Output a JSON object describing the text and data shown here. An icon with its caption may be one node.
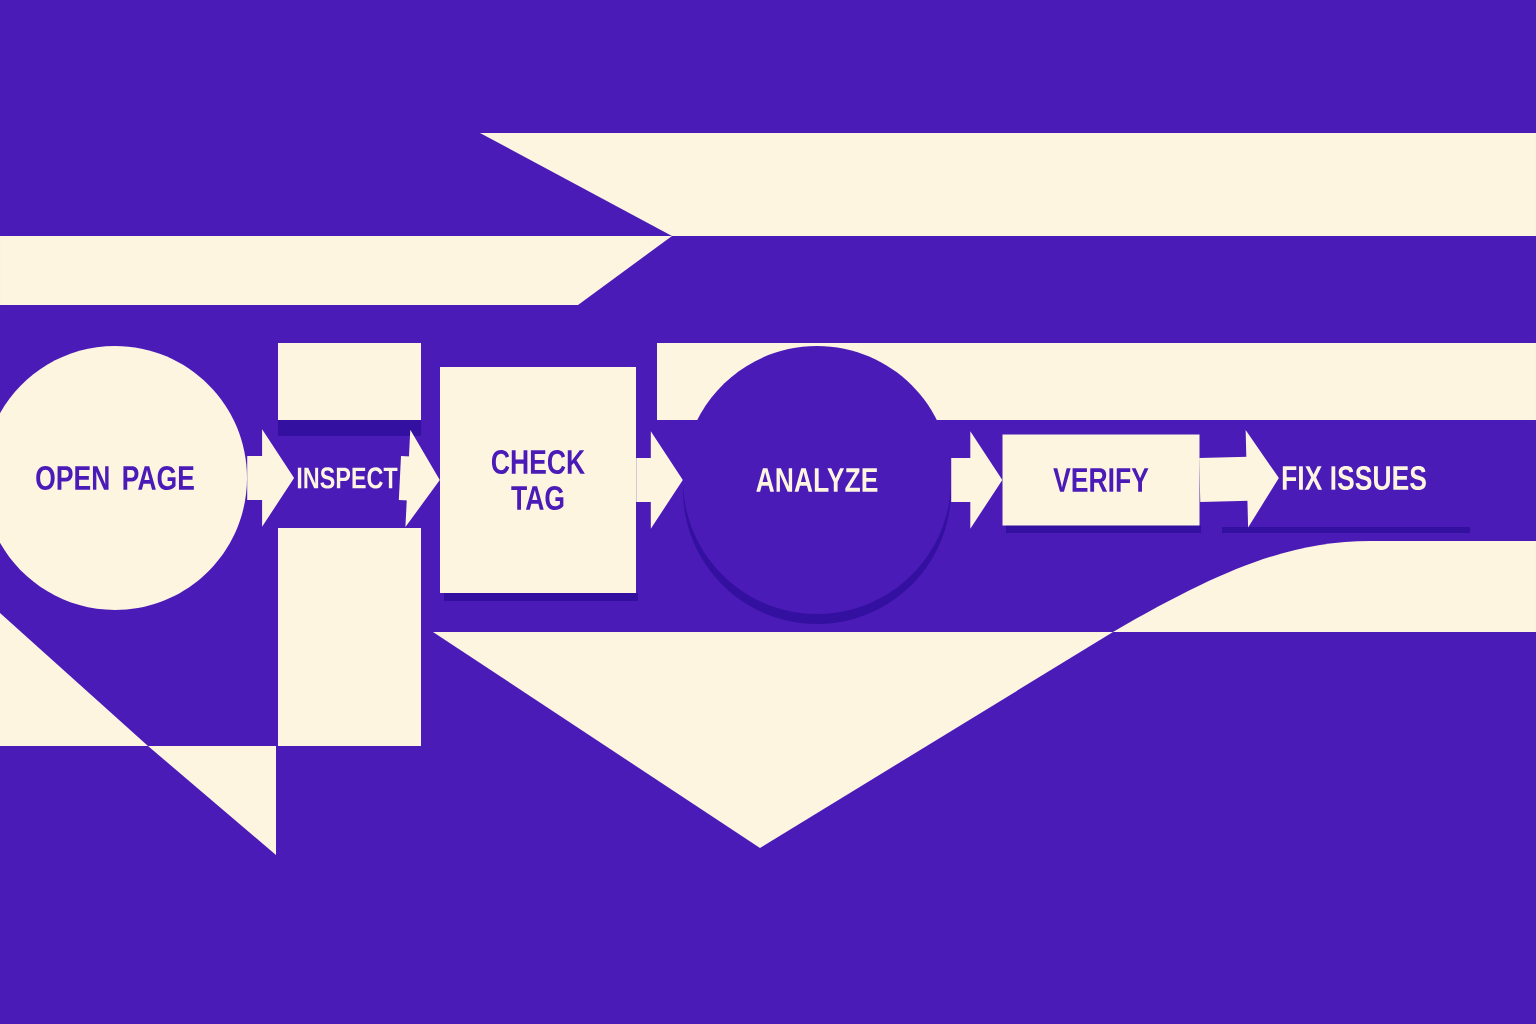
{
  "diagram": {
    "nodes": [
      {
        "text": [
          "OPEN PAGE"
        ]
      },
      {
        "text": [
          "INSPECT"
        ]
      },
      {
        "text": [
          "CHECK TAG"
        ]
      },
      {
        "text": [
          "ANALYZE"
        ]
      },
      {
        "text": [
          "VERIFY"
        ]
      },
      {
        "text": [
          "FIX ISSUES"
        ]
      }
    ],
    "edges": [
      {
        "from": 0,
        "to": 1,
        "arrow": "to"
      },
      {
        "from": 1,
        "to": 2,
        "arrow": "to"
      },
      {
        "from": 2,
        "to": 3,
        "arrow": "to"
      },
      {
        "from": 3,
        "to": 4,
        "arrow": "to"
      },
      {
        "from": 4,
        "to": 5,
        "arrow": "to"
      }
    ]
  }
}
